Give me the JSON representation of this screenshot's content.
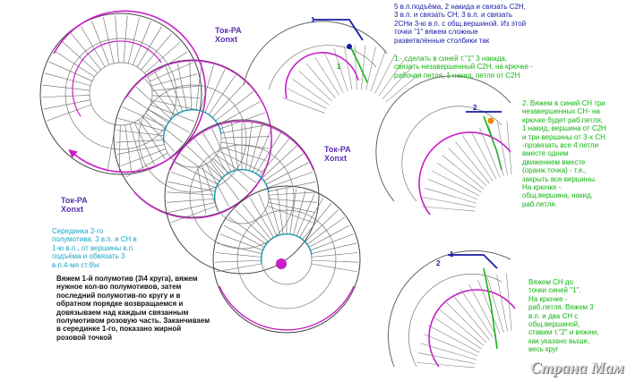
{
  "signatures": [
    {
      "name": "Ток-РА",
      "nick": "Xonxt"
    },
    {
      "name": "Ток-РА",
      "nick": "Xonxt"
    },
    {
      "name": "Ток-РА",
      "nick": "Xonxt"
    }
  ],
  "notes": {
    "step0_black": "5 в.п.подъёма, 2 накида и связать С2Н,\n3 в.п. и связать СН; 3 в.п. и связать\n2СНи 3-ю в.п. с общ.вершиной. Из этой\nточки \"1\" вяжем сложные\nразветвлённые столбики так",
    "step1_green": "1.- сделать в синей т.\"1\" 3 накида,\nсвязать незавершенный С2Н, на крючке -\nрабочая петля, 1 накид, петля от С2Н",
    "step2_green": "2. Вяжем в синий СН три\nнезавершенных СН- на\nкрючке будет раб.петля,\n1 накид, вершина от С2Н\nи три вершины от 3-х СН\n-провязать все 4 петли\nвместе одним\nдвижением вместе\n(оранж.точка) - т.е.,\nзакрыть все вершины.\nНа крючке -\nобщ.вершина, накид,\nраб.петля.",
    "step3_green": "Вяжем СН до\nточки синей \"1\".\nНа крючке -\nраб.петля. Вяжем 3\nв.п. и два СН с\nобщ.вершиной,\nставим т.\"2\" и вяжем,\nкак указано выше,\nвесь круг",
    "middle_cyan": "Серединка 2-го\nполумотива: 3 в.п. и СН в\n1-ю в.п., от вершины в.п.\nподъёма и обвязать 3\nв.п.4-мя ст.б\\н",
    "main_black": "Вяжем 1-й полумотив (3\\4 круга), вяжем\nнужное кол-во полумотивов, затем\nпоследний полумотив-по кругу и в\nобратном порядке возвращаемся и\nдовязываем над каждым связанным\nполумотивом розовую часть. Заканчиваем\nв серединке 1-го, показано жирной\nрозовой точкой"
  },
  "point_labels": [
    "1",
    "1",
    "2",
    "1",
    "2"
  ],
  "watermark": "Страна Мам",
  "colors": {
    "blue": "#1a1aa6",
    "green": "#11b511",
    "magenta": "#c81ec8",
    "cyan": "#1aa6c8",
    "orange": "#f08a00",
    "black": "#222222"
  }
}
